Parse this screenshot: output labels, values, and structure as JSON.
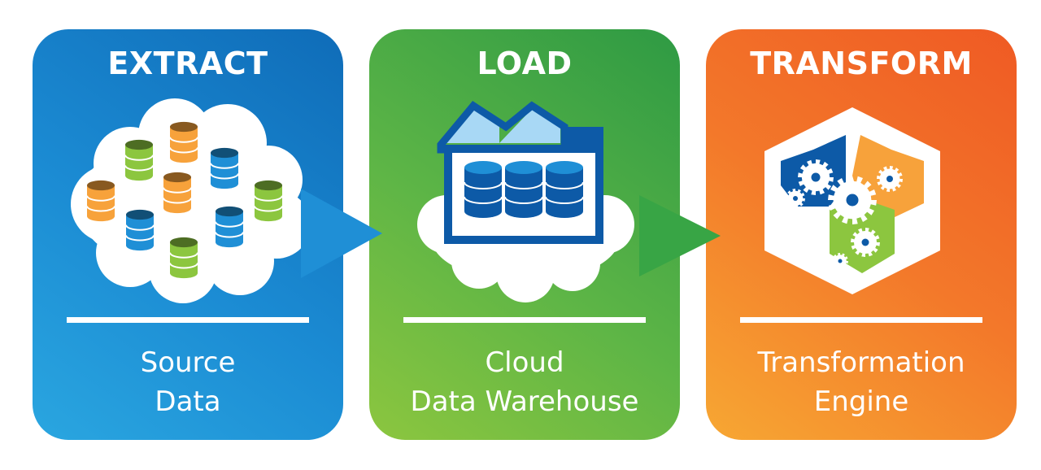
{
  "stages": [
    {
      "id": "extract",
      "title": "EXTRACT",
      "caption_line1": "Source",
      "caption_line2": "Data",
      "icon": "database-cloud-icon",
      "color": "#1b8bd3"
    },
    {
      "id": "load",
      "title": "LOAD",
      "caption_line1": "Cloud",
      "caption_line2": "Data Warehouse",
      "icon": "warehouse-icon",
      "color": "#5db546"
    },
    {
      "id": "transform",
      "title": "TRANSFORM",
      "caption_line1": "Transformation",
      "caption_line2": "Engine",
      "icon": "gears-hexagon-icon",
      "color": "#f3782a"
    }
  ],
  "colors": {
    "db_blue": "#1f8fd6",
    "db_green": "#8cc63f",
    "db_orange": "#f7a23b",
    "warehouse_navy": "#0d5aa7",
    "warehouse_light": "#a8d8f5",
    "hex_blue": "#0d5aa7",
    "hex_orange": "#f7a23b",
    "hex_green": "#8cc63f"
  }
}
